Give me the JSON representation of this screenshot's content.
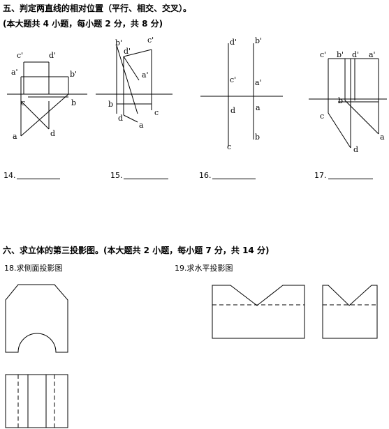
{
  "section5": {
    "title": "五、判定两直线的相对位置（平行、相交、交叉）。",
    "note": "(本大题共 4 小题，每小题 2 分，共 8 分)",
    "q14": "14.",
    "q15": "15.",
    "q16": "16.",
    "q17": "17.",
    "fig14": {
      "c1": "c'",
      "d1": "d'",
      "a1": "a'",
      "b1": "b'",
      "c": "c",
      "b": "b",
      "a": "a",
      "d": "d"
    },
    "fig15": {
      "b1": "b'",
      "d1": "d'",
      "c1": "c'",
      "a1": "a'",
      "b": "b",
      "c": "c",
      "d": "d",
      "a": "a"
    },
    "fig16": {
      "d1": "d'",
      "b1": "b'",
      "c1": "c'",
      "a1": "a'",
      "d": "d",
      "a": "a",
      "c": "c",
      "b": "b"
    },
    "fig17": {
      "c1": "c'",
      "b1": "b'",
      "d1": "d'",
      "a1": "a'",
      "c": "c",
      "b": "b",
      "a": "a",
      "d": "d"
    }
  },
  "section6": {
    "title": "六、求立体的第三投影图。(本大题共 2 小题，每小题 7 分，共 14 分)",
    "q18": "18.求侧面投影图",
    "q19": "19.求水平投影图"
  }
}
